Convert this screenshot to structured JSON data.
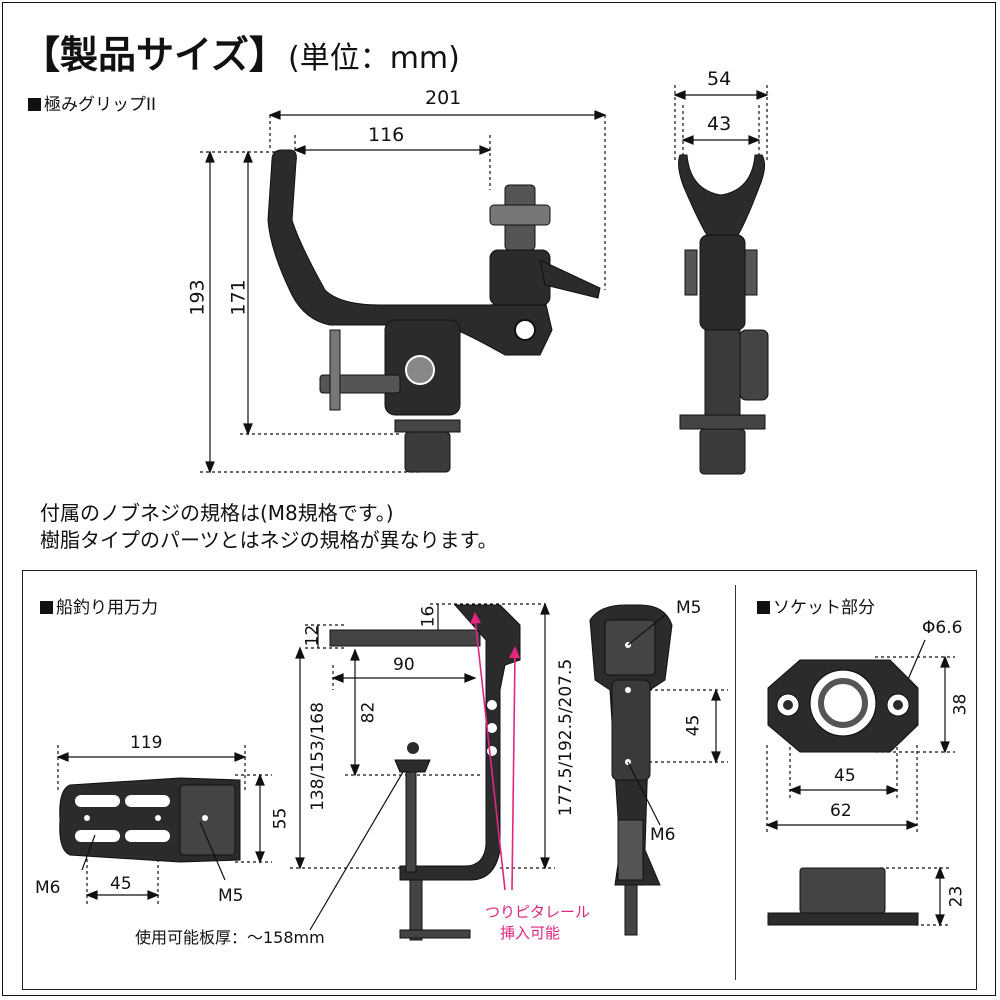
{
  "header": {
    "title": "【製品サイズ】",
    "unit": "(単位：mm)"
  },
  "grip_section": {
    "label": "極みグリップII",
    "dims": {
      "w201": "201",
      "w116": "116",
      "h193": "193",
      "h171": "171",
      "w54": "54",
      "w43": "43"
    },
    "notes": [
      "付属のノブネジの規格は(M8規格です。)",
      "樹脂タイプのパーツとはネジの規格が異なります。"
    ]
  },
  "clamp_section": {
    "label": "船釣り用万力",
    "dims": {
      "w119": "119",
      "h55": "55",
      "w45": "45",
      "m6": "M6",
      "m5": "M5",
      "h12": "12",
      "h16": "16",
      "w90": "90",
      "h82": "82",
      "h138": "138/153/168",
      "h177": "177.5/192.5/207.5",
      "m5_right": "M5",
      "h45": "45",
      "m6_right": "M6"
    },
    "plate_thickness": "使用可能板厚：～158mm",
    "rail_note": [
      "つりピタレール",
      "挿入可能"
    ]
  },
  "socket_section": {
    "label": "ソケット部分",
    "dims": {
      "phi": "Φ6.6",
      "h38": "38",
      "w45": "45",
      "w62": "62",
      "h23": "23"
    }
  },
  "colors": {
    "ink": "#111111",
    "accent_pink": "#e0267f",
    "part_dark": "#2b2b2b",
    "part_mid": "#6a6a6a"
  }
}
